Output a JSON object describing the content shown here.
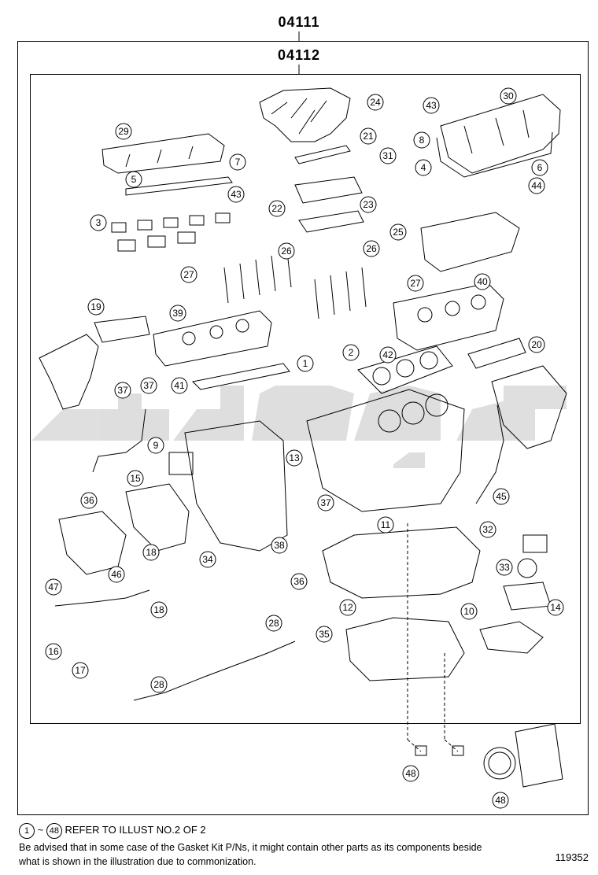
{
  "header": {
    "outer_part_no": "04111",
    "inner_part_no": "04112"
  },
  "callouts": [
    {
      "n": "1"
    },
    {
      "n": "2"
    },
    {
      "n": "3"
    },
    {
      "n": "4"
    },
    {
      "n": "5"
    },
    {
      "n": "6"
    },
    {
      "n": "7"
    },
    {
      "n": "8"
    },
    {
      "n": "9"
    },
    {
      "n": "10"
    },
    {
      "n": "11"
    },
    {
      "n": "12"
    },
    {
      "n": "13"
    },
    {
      "n": "14"
    },
    {
      "n": "15"
    },
    {
      "n": "16"
    },
    {
      "n": "17"
    },
    {
      "n": "18"
    },
    {
      "n": "18"
    },
    {
      "n": "19"
    },
    {
      "n": "20"
    },
    {
      "n": "21"
    },
    {
      "n": "22"
    },
    {
      "n": "23"
    },
    {
      "n": "24"
    },
    {
      "n": "25"
    },
    {
      "n": "26"
    },
    {
      "n": "26"
    },
    {
      "n": "27"
    },
    {
      "n": "27"
    },
    {
      "n": "28"
    },
    {
      "n": "28"
    },
    {
      "n": "29"
    },
    {
      "n": "30"
    },
    {
      "n": "31"
    },
    {
      "n": "32"
    },
    {
      "n": "33"
    },
    {
      "n": "34"
    },
    {
      "n": "35"
    },
    {
      "n": "36"
    },
    {
      "n": "36"
    },
    {
      "n": "37"
    },
    {
      "n": "37"
    },
    {
      "n": "37"
    },
    {
      "n": "38"
    },
    {
      "n": "39"
    },
    {
      "n": "40"
    },
    {
      "n": "41"
    },
    {
      "n": "42"
    },
    {
      "n": "43"
    },
    {
      "n": "43"
    },
    {
      "n": "44"
    },
    {
      "n": "45"
    },
    {
      "n": "46"
    },
    {
      "n": "47"
    },
    {
      "n": "48"
    },
    {
      "n": "48"
    }
  ],
  "footer": {
    "range_start": "1",
    "range_sep": "~",
    "range_end": "48",
    "refer_text": "REFER TO ILLUST NO.2 OF 2",
    "advice": "Be advised that in some case of the Gasket Kit P/Ns,  it might contain other parts as its components beside what is shown in the illustration due to commonization.",
    "illustration_no": "119352"
  },
  "colors": {
    "ink": "#000000",
    "watermark": "#d9d9d9"
  }
}
